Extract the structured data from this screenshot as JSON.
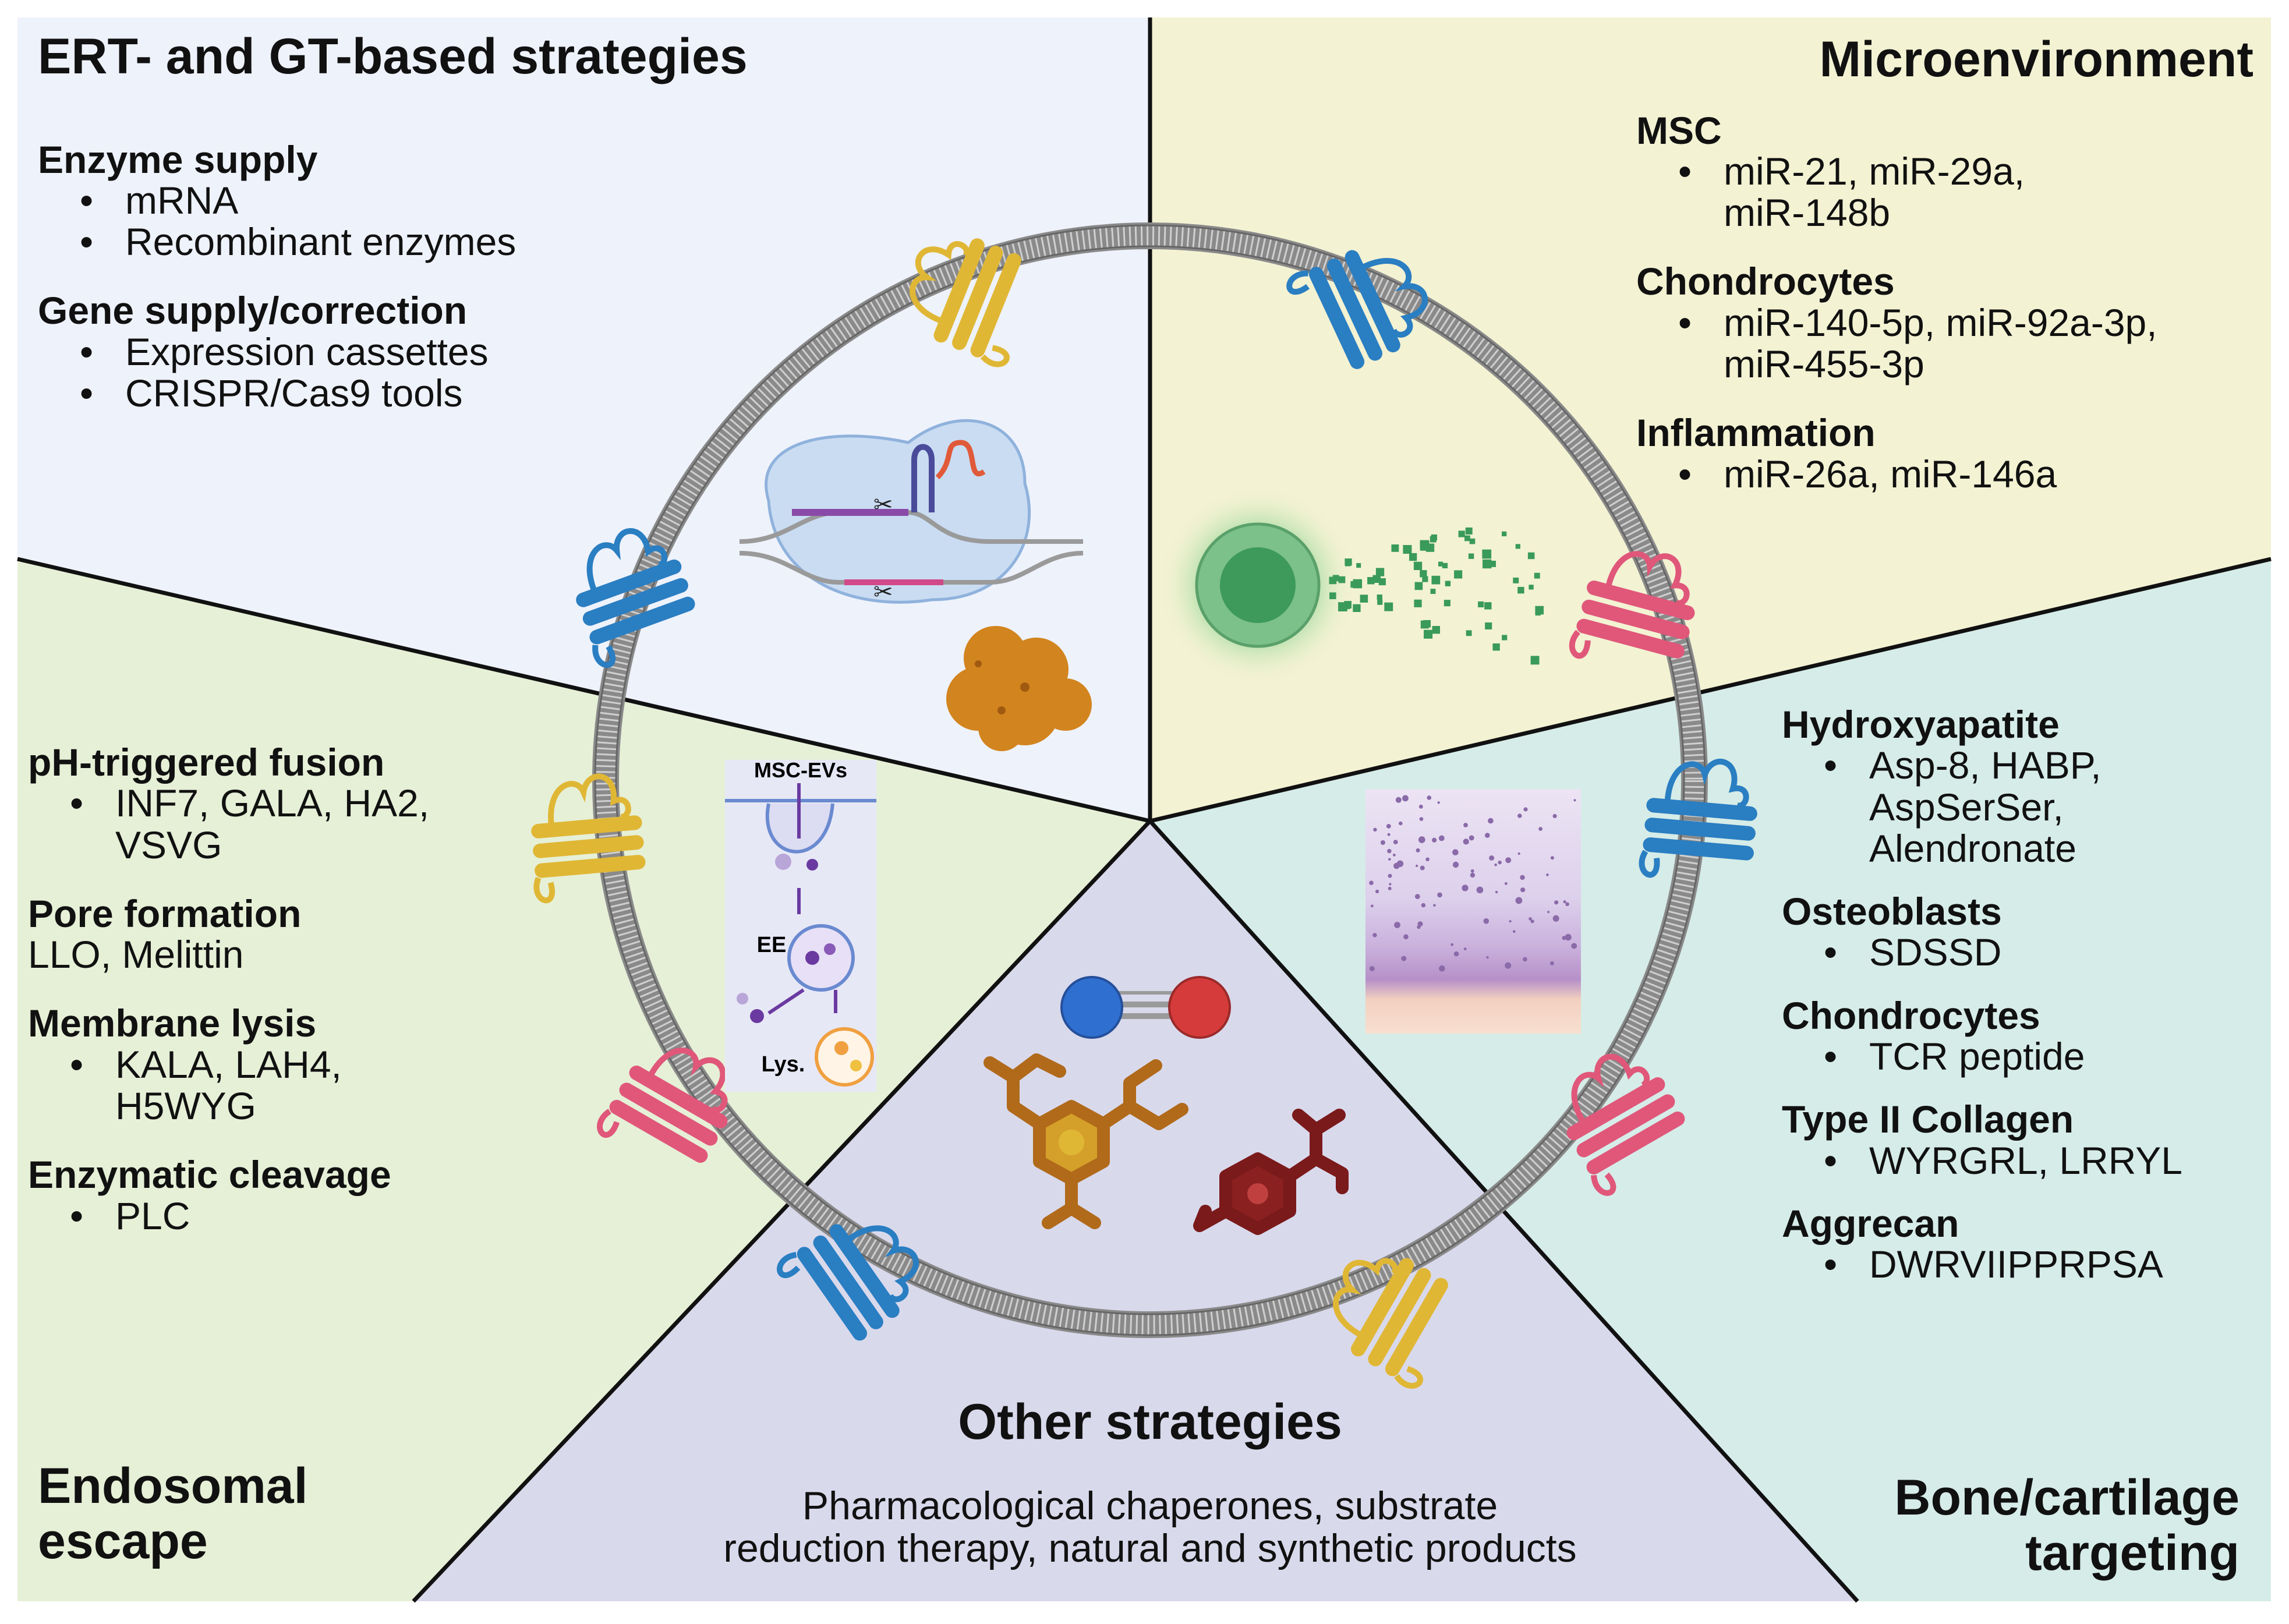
{
  "colors": {
    "ert_bg": "#eef2fb",
    "micro_bg": "#f3f2d3",
    "endo_bg": "#e6f0d7",
    "bone_bg": "#d6ece8",
    "other_bg": "#d9d9ec",
    "membrane": "#bfbfbf",
    "receptor_yellow": "#e0b735",
    "receptor_blue": "#2a7ec2",
    "receptor_pink": "#e0577a",
    "divider": "#111111"
  },
  "ert": {
    "title": "ERT- and GT-based strategies",
    "enzyme_heading": "Enzyme supply",
    "enzyme_items": [
      "mRNA",
      "Recombinant enzymes"
    ],
    "gene_heading": "Gene supply/correction",
    "gene_items": [
      "Expression cassettes",
      "CRISPR/Cas9 tools"
    ]
  },
  "micro": {
    "title": "Microenvironment",
    "msc_heading": "MSC",
    "msc_items": [
      "miR-21, miR-29a,\nmiR-148b"
    ],
    "chondro_heading": "Chondrocytes",
    "chondro_items": [
      "miR-140-5p, miR-92a-3p,\nmiR-455-3p"
    ],
    "inflam_heading": "Inflammation",
    "inflam_items": [
      "miR-26a, miR-146a"
    ]
  },
  "endo": {
    "title": "Endosomal\nescape",
    "ph_heading": "pH-triggered fusion",
    "ph_items": [
      "INF7, GALA, HA2,\nVSVG"
    ],
    "pore_heading": "Pore formation",
    "pore_text": "LLO, Melittin",
    "lysis_heading": "Membrane lysis",
    "lysis_items": [
      "KALA, LAH4,\nH5WYG"
    ],
    "cleave_heading": "Enzymatic cleavage",
    "cleave_items": [
      "PLC"
    ]
  },
  "bone": {
    "title": "Bone/cartilage\ntargeting",
    "hydroxy_heading": "Hydroxyapatite",
    "hydroxy_items": [
      "Asp-8, HABP,\nAspSerSer,\nAlendronate"
    ],
    "osteo_heading": "Osteoblasts",
    "osteo_items": [
      "SDSSD"
    ],
    "chondro_heading": "Chondrocytes",
    "chondro_items": [
      "TCR peptide"
    ],
    "col_heading": "Type II Collagen",
    "col_items": [
      "WYRGRL, LRRYL"
    ],
    "agg_heading": "Aggrecan",
    "agg_items": [
      "DWRVIIPPRPSA"
    ]
  },
  "other": {
    "title": "Other strategies",
    "desc": "Pharmacological chaperones, substrate\nreduction therapy, natural and synthetic products"
  },
  "inset": {
    "top_label": "MSC-EVs",
    "ee_label": "EE",
    "lys_label": "Lys."
  },
  "icons": {
    "receptors": "transmembrane-receptor-icon",
    "crispr": "crispr-cas9-icon",
    "enzyme": "protein-enzyme-icon",
    "msc_cell": "stem-cell-icon",
    "mirna": "mirna-particles-icon",
    "histology": "cartilage-histology-icon",
    "molecule": "diatomic-molecule-icon",
    "drug": "small-molecule-drug-icon"
  }
}
